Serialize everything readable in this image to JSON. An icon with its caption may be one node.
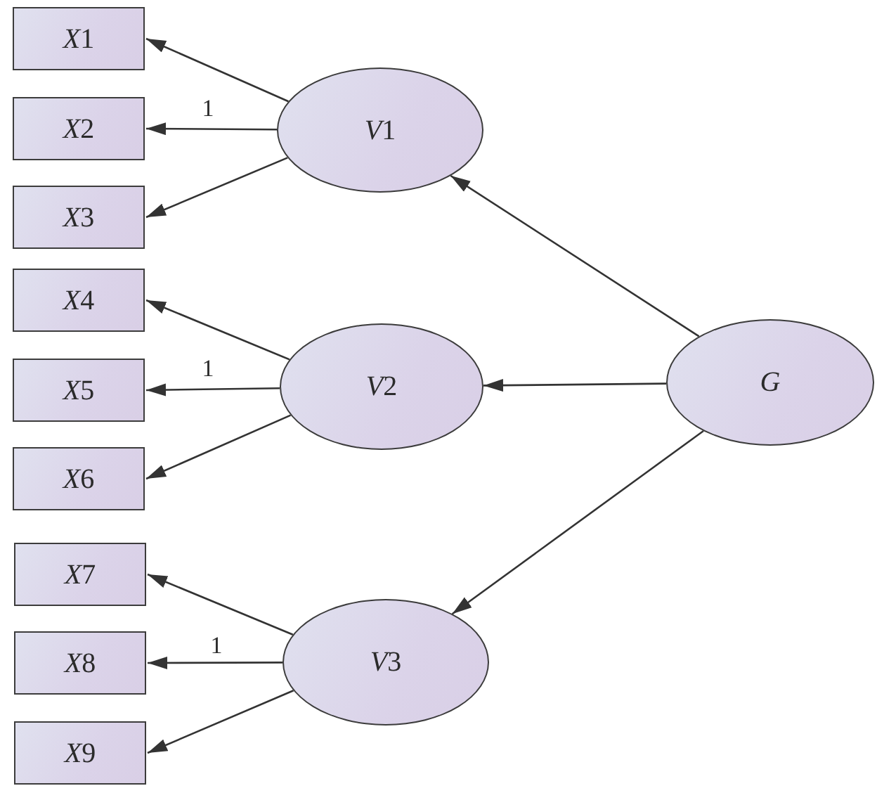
{
  "diagram": {
    "nodes": [
      {
        "text": [
          "X1"
        ]
      },
      {
        "text": [
          "X2"
        ]
      },
      {
        "text": [
          "X3"
        ]
      },
      {
        "text": [
          "X4"
        ]
      },
      {
        "text": [
          "X5"
        ]
      },
      {
        "text": [
          "X6"
        ]
      },
      {
        "text": [
          "X7"
        ]
      },
      {
        "text": [
          "X8"
        ]
      },
      {
        "text": [
          "X9"
        ]
      },
      {
        "text": [
          "V1"
        ]
      },
      {
        "text": [
          "V2"
        ]
      },
      {
        "text": [
          "V3"
        ]
      },
      {
        "text": [
          "G"
        ]
      }
    ],
    "edges": [
      {
        "from": 9,
        "to": 0,
        "arrow": "to"
      },
      {
        "from": 9,
        "to": 1,
        "arrow": "to",
        "label": "1"
      },
      {
        "from": 9,
        "to": 2,
        "arrow": "to"
      },
      {
        "from": 10,
        "to": 3,
        "arrow": "to"
      },
      {
        "from": 10,
        "to": 4,
        "arrow": "to",
        "label": "1"
      },
      {
        "from": 10,
        "to": 5,
        "arrow": "to"
      },
      {
        "from": 11,
        "to": 6,
        "arrow": "to"
      },
      {
        "from": 11,
        "to": 7,
        "arrow": "to",
        "label": "1"
      },
      {
        "from": 11,
        "to": 8,
        "arrow": "to"
      },
      {
        "from": 12,
        "to": 9,
        "arrow": "to"
      },
      {
        "from": 12,
        "to": 10,
        "arrow": "to"
      },
      {
        "from": 12,
        "to": 11,
        "arrow": "to"
      }
    ]
  }
}
